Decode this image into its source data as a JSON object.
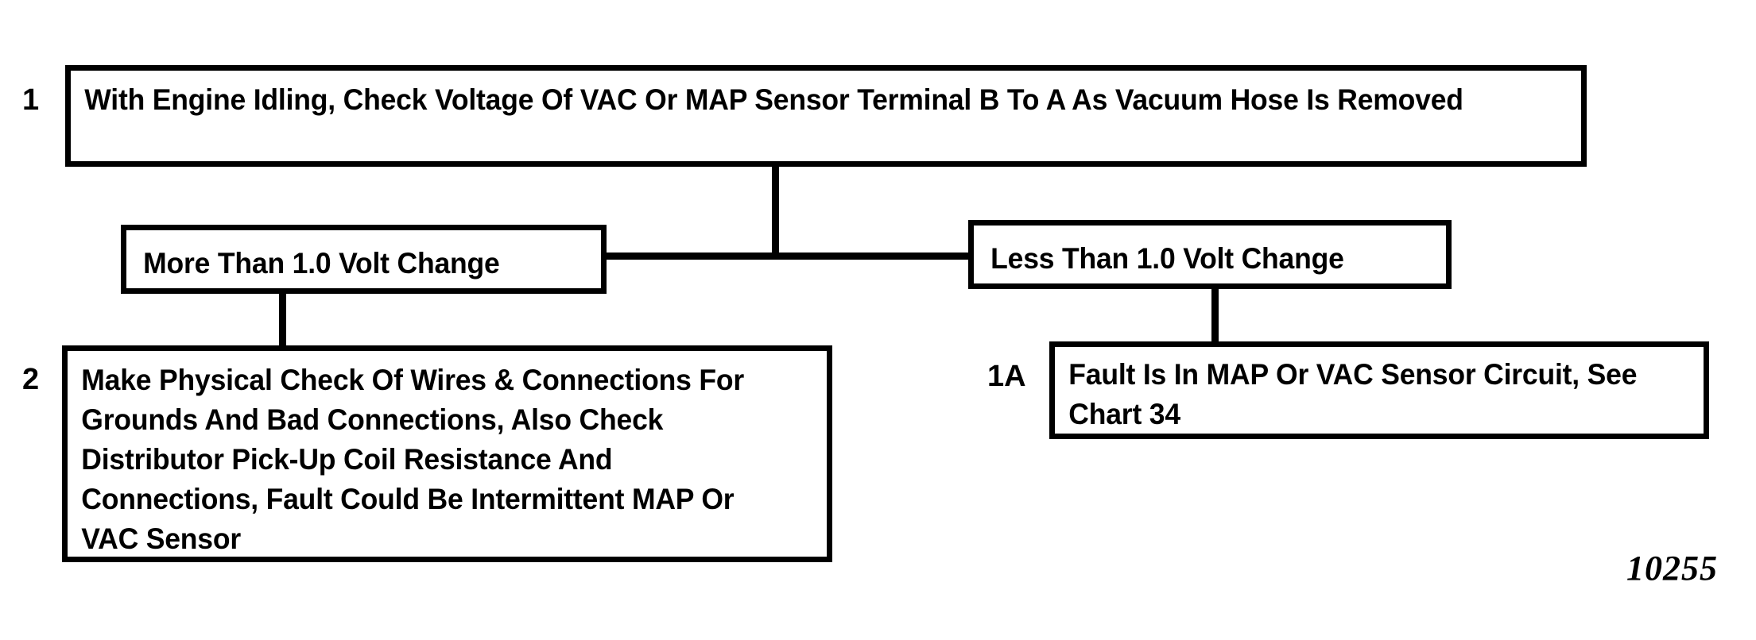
{
  "figure": {
    "number": "10255",
    "kind": "automotive-diagnostic-flow-chart"
  },
  "nodes": {
    "step_1": {
      "label": "1",
      "text": "With Engine Idling, Check Voltage Of VAC Or MAP Sensor Terminal B To A As Vacuum Hose Is Removed"
    },
    "branch_more": {
      "text": "More Than 1.0 Volt Change"
    },
    "branch_less": {
      "text": "Less Than 1.0 Volt Change"
    },
    "step_2": {
      "label": "2",
      "text": "Make Physical Check Of Wires & Connections For Grounds And Bad Connections, Also Check Distributor Pick-Up Coil Resistance And Connections, Fault Could Be Intermittent MAP Or VAC Sensor"
    },
    "step_1a": {
      "label": "1A",
      "text": "Fault Is In MAP Or VAC Sensor Circuit, See Chart 34"
    }
  },
  "colors": {
    "ink": "#000000",
    "paper": "#ffffff"
  }
}
